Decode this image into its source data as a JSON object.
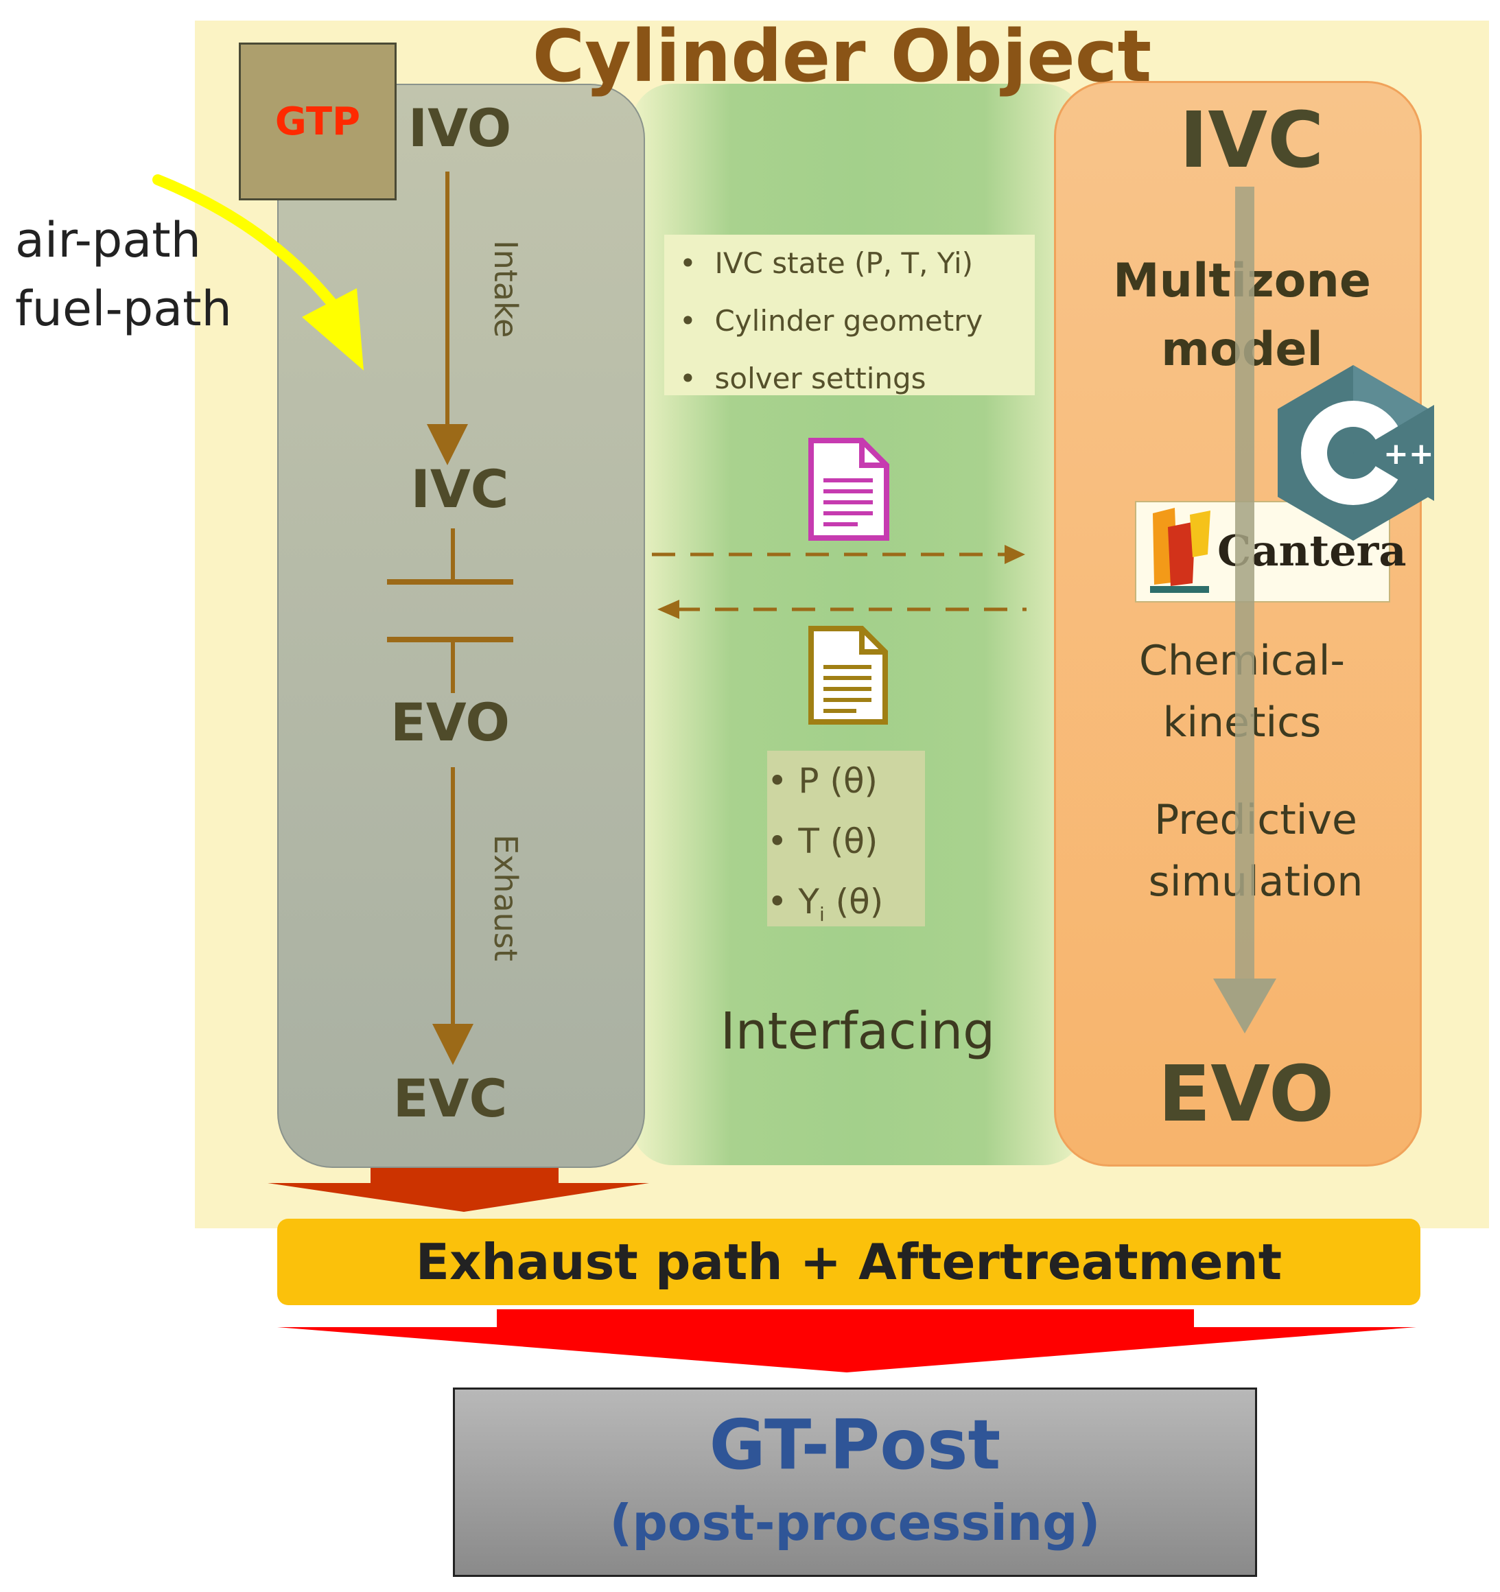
{
  "title": "Cylinder Object",
  "gtp_label": "GTP",
  "inputs": {
    "line1": "air-path",
    "line2": "fuel-path"
  },
  "left_panel": {
    "ivo": "IVO",
    "intake": "Intake",
    "ivc": "IVC",
    "evo": "EVO",
    "exhaust": "Exhaust",
    "evc": "EVC"
  },
  "interface": {
    "inputs": [
      "IVC state (P, T, Yi)",
      "Cylinder geometry",
      "solver settings"
    ],
    "outputs": [
      "P (θ)",
      "T (θ)",
      "Y",
      "i",
      "(θ)"
    ],
    "label": "Interfacing"
  },
  "right_panel": {
    "ivc": "IVC",
    "model_line1": "Multizone",
    "model_line2": "model",
    "cpp_label": "++",
    "cantera": "Cantera",
    "chem_line1": "Chemical-",
    "chem_line2": "kinetics",
    "pred_line1": "Predictive",
    "pred_line2": "simulation",
    "evo": "EVO"
  },
  "exhaust_bar": "Exhaust path + Aftertreatment",
  "post": {
    "title": "GT-Post",
    "subtitle": "(post-processing)"
  },
  "colors": {
    "cylinder_bg": "#fbf3c4",
    "title": "#8a5416",
    "gtp_text": "#ff2a00",
    "exhaust_bar": "#fbc10b",
    "post_text": "#2f5597",
    "flow_arrow": "#cc3300",
    "big_arrow": "#ff0000",
    "input_arrow": "#ffff00",
    "timeline": "#9c6a18",
    "doc_in": "#c63bb0",
    "doc_out": "#a07f14",
    "cpp_icon": "#4c7a80"
  }
}
